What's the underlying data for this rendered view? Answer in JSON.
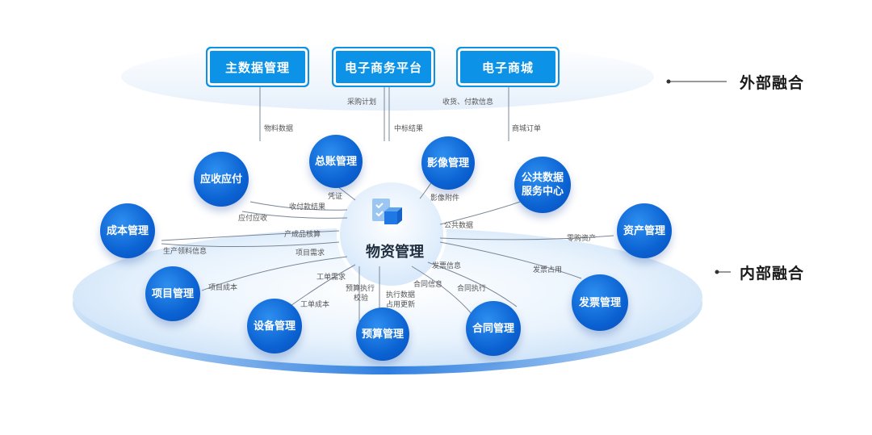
{
  "external": {
    "label": "外部融合",
    "systems": [
      {
        "id": "mdm",
        "label": "主数据管理"
      },
      {
        "id": "ecp",
        "label": "电子商务平台"
      },
      {
        "id": "mall",
        "label": "电子商城"
      }
    ],
    "flows": [
      "物料数据",
      "采购计划",
      "中标结果",
      "收货、付款信息",
      "商城订单"
    ]
  },
  "internal": {
    "label": "内部融合",
    "center": "物资管理",
    "modules": {
      "zongzhang": "总账管理",
      "yingxiang": "影像管理",
      "yingshou": "应收应付",
      "gonggong": "公共数据\n服务中心",
      "chengben": "成本管理",
      "zichan": "资产管理",
      "xiangmu": "项目管理",
      "fapiao": "发票管理",
      "shebei": "设备管理",
      "yusuan": "预算管理",
      "hetong": "合同管理"
    },
    "flows": {
      "pingzheng": "凭证",
      "yingxiangjian": "影像附件",
      "shoufukuan": "收付款结果",
      "yingfuyingshou": "应付应收",
      "gonggongshuju": "公共数据",
      "chanpin": "产成品核算",
      "shengchan": "生产领料信息",
      "xiangmuxuqiu": "项目需求",
      "xiangmuchengben": "项目成本",
      "gongdanxuqiu": "工单需求",
      "gongdanchengben": "工单成本",
      "yusuanzhixing": "预算执行",
      "jiaoyan": "校验",
      "zhixingshuju": "执行数据",
      "zhanyong": "占用更新",
      "hetongxinxi": "合同信息",
      "hetongzhixing": "合同执行",
      "fapiaoxinxi": "发票信息",
      "fapiaozhanyong": "发票占用",
      "zichanxin": "零购资产"
    }
  },
  "colors": {
    "accent": "#0c92e6",
    "node": "#0b62d2",
    "ellipse": "#dcecfb"
  }
}
